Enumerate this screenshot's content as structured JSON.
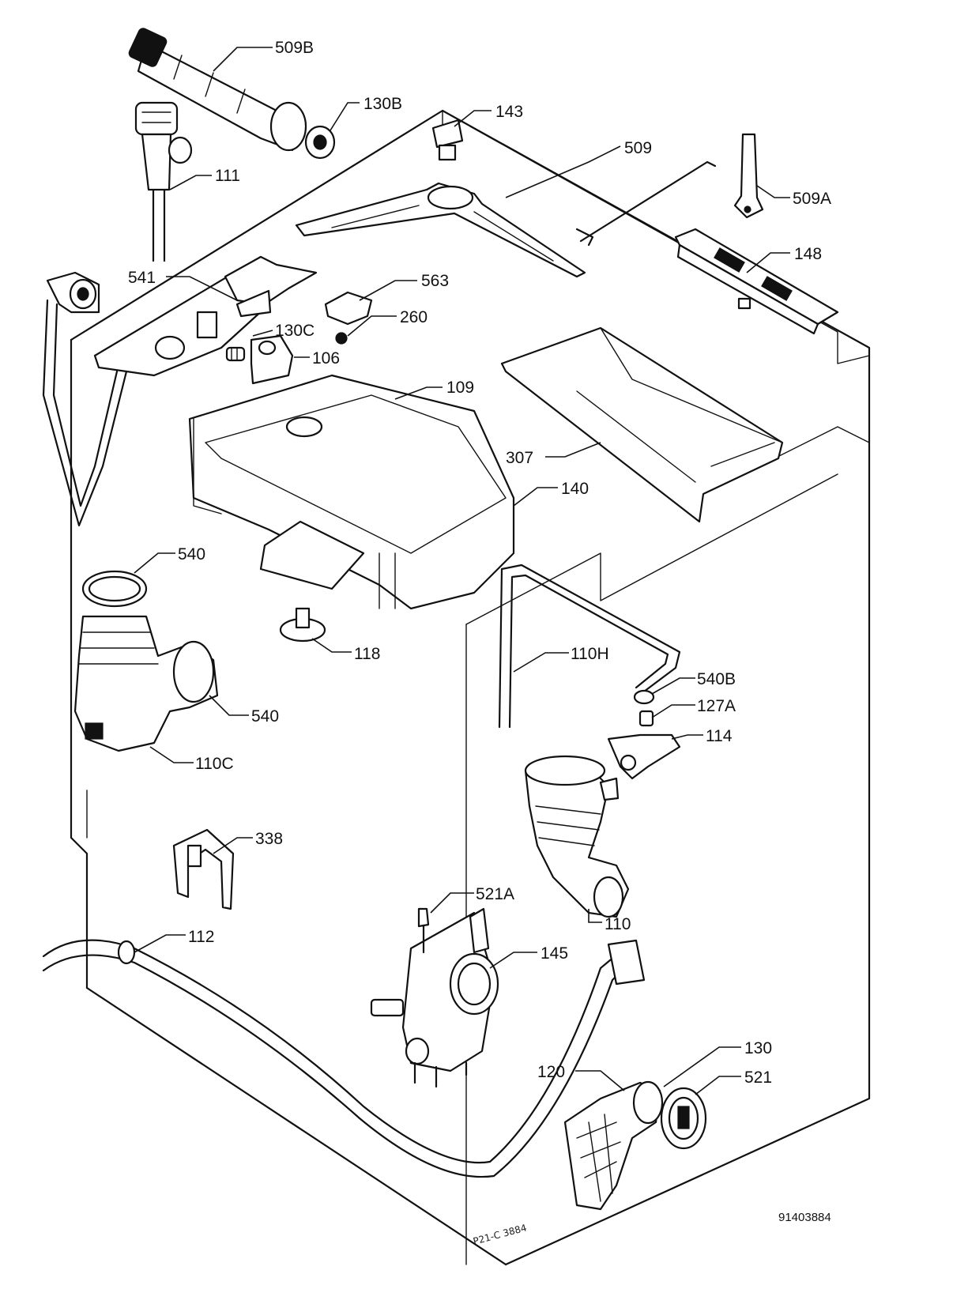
{
  "labels": {
    "l509b": "509B",
    "l130b": "130B",
    "l143": "143",
    "l509": "509",
    "l111": "111",
    "l509a": "509A",
    "l148": "148",
    "l541": "541",
    "l563": "563",
    "l260": "260",
    "l130c": "130C",
    "l106": "106",
    "l109": "109",
    "l307": "307",
    "l140": "140",
    "l540_top": "540",
    "l110h": "110H",
    "l540b": "540B",
    "l127a": "127A",
    "l114": "114",
    "l118": "118",
    "l540_low": "540",
    "l110c": "110C",
    "l338": "338",
    "l521a": "521A",
    "l110": "110",
    "l112": "112",
    "l145": "145",
    "l130": "130",
    "l120": "120",
    "l521": "521"
  },
  "drawing_code": "91403884",
  "scribble": "P21-C 3884",
  "colors": {
    "ink": "#111111",
    "paper": "#ffffff"
  }
}
